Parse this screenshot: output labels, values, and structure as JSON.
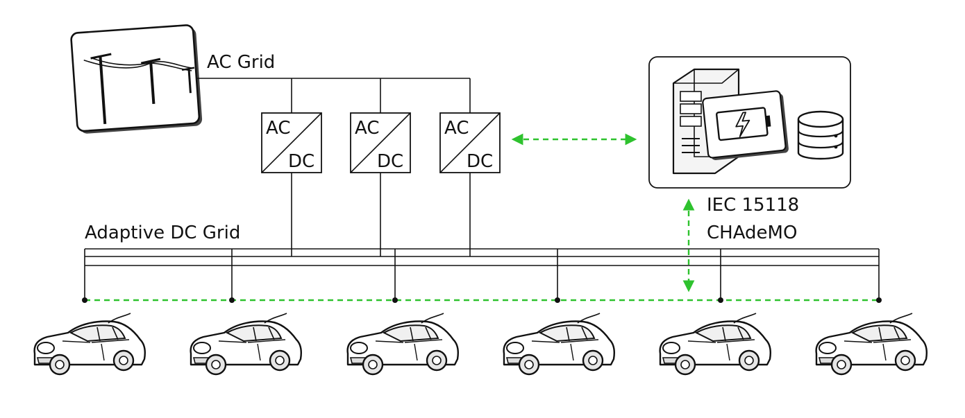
{
  "labels": {
    "ac_grid": "AC Grid",
    "dc_grid": "Adaptive DC Grid",
    "protocol_line1": "IEC 15118",
    "protocol_line2": "CHAdeMO"
  },
  "converters": [
    {
      "top": "AC",
      "bottom": "DC"
    },
    {
      "top": "AC",
      "bottom": "DC"
    },
    {
      "top": "AC",
      "bottom": "DC"
    }
  ],
  "vehicles": 6,
  "colors": {
    "link": "#2ec22e",
    "line": "#111111"
  }
}
